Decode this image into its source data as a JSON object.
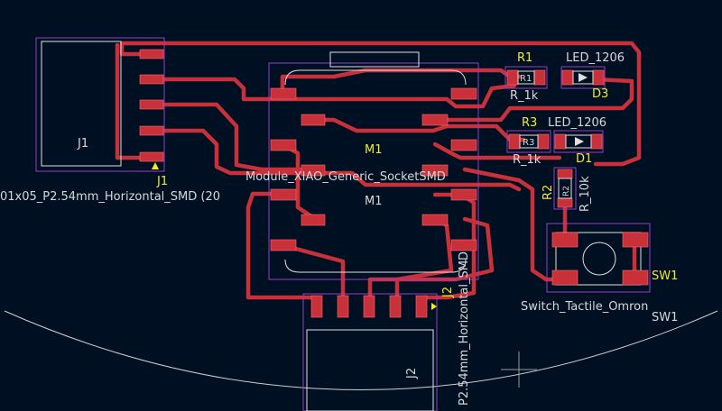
{
  "colors": {
    "background": "#001023",
    "copper": "#c8303a",
    "silkscreen": "#d8d8d8",
    "reference": "#f2ea2c",
    "courtyard": "#9a3cc4"
  },
  "components": {
    "j1": {
      "ref": "J1",
      "ref_silk": "J1",
      "value": "01x05_P2.54mm_Horizontal_SMD (20"
    },
    "m1": {
      "ref": "M1",
      "ref_silk": "M1",
      "value": "Module_XIAO_Generic_SocketSMD"
    },
    "r1": {
      "ref": "R1",
      "ref_silk": "R1",
      "value": "R_1k"
    },
    "r3": {
      "ref": "R3",
      "ref_silk": "R3",
      "value": "R_1k"
    },
    "r2": {
      "ref": "R2",
      "ref_silk": "R2",
      "value": "R_10k"
    },
    "d3": {
      "ref": "D3",
      "value": "LED_1206"
    },
    "d1": {
      "ref": "D1",
      "value": "LED_1206"
    },
    "sw1": {
      "ref": "SW1",
      "ref_silk": "SW1",
      "value": "Switch_Tactile_Omron"
    },
    "j2": {
      "ref": "J2",
      "ref_silk": "J2",
      "value": "P2.54mm_Horizontal_SMD"
    }
  }
}
